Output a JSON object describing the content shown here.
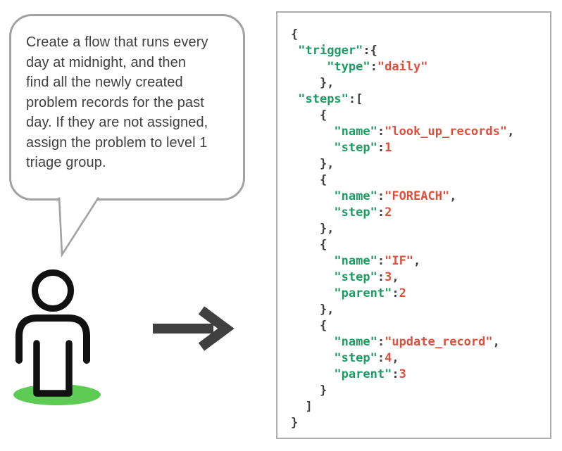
{
  "colors": {
    "key_green": "#1d9b63",
    "value_red": "#dd4f3a",
    "punctuation": "#3d4043",
    "bubble_border": "#a2a2a2",
    "code_border": "#aeaeae",
    "bubble_text": "#3f3f3f",
    "person_black": "#111111",
    "arrow_gray": "#3f3f3f",
    "base_green": "#5ecb55"
  },
  "bubble": {
    "lines": [
      "Create a flow that runs every",
      "day at midnight, and then",
      "find all the newly created",
      "problem records for the past",
      "day. If they are not assigned,",
      "assign the problem to level 1",
      "triage group."
    ]
  },
  "icons": {
    "person": "person-icon",
    "arrow": "arrow-right-icon"
  },
  "code": {
    "lines": [
      {
        "segments": [
          {
            "type": "punct",
            "text": "{"
          }
        ]
      },
      {
        "segments": [
          {
            "type": "punct",
            "text": " "
          },
          {
            "type": "key",
            "text": "\"trigger\""
          },
          {
            "type": "punct",
            "text": ":{"
          }
        ]
      },
      {
        "segments": [
          {
            "type": "punct",
            "text": "     "
          },
          {
            "type": "key",
            "text": "\"type\""
          },
          {
            "type": "punct",
            "text": ":"
          },
          {
            "type": "string",
            "text": "\"daily\""
          }
        ]
      },
      {
        "segments": [
          {
            "type": "punct",
            "text": "    },"
          }
        ]
      },
      {
        "segments": [
          {
            "type": "punct",
            "text": " "
          },
          {
            "type": "key",
            "text": "\"steps\""
          },
          {
            "type": "punct",
            "text": ":["
          }
        ]
      },
      {
        "segments": [
          {
            "type": "punct",
            "text": "    {"
          }
        ]
      },
      {
        "segments": [
          {
            "type": "punct",
            "text": "      "
          },
          {
            "type": "key",
            "text": "\"name\""
          },
          {
            "type": "punct",
            "text": ":"
          },
          {
            "type": "string",
            "text": "\"look_up_records\""
          },
          {
            "type": "punct",
            "text": ","
          }
        ]
      },
      {
        "segments": [
          {
            "type": "punct",
            "text": "      "
          },
          {
            "type": "key",
            "text": "\"step\""
          },
          {
            "type": "punct",
            "text": ":"
          },
          {
            "type": "number",
            "text": "1"
          }
        ]
      },
      {
        "segments": [
          {
            "type": "punct",
            "text": "    },"
          }
        ]
      },
      {
        "segments": [
          {
            "type": "punct",
            "text": "    {"
          }
        ]
      },
      {
        "segments": [
          {
            "type": "punct",
            "text": "      "
          },
          {
            "type": "key",
            "text": "\"name\""
          },
          {
            "type": "punct",
            "text": ":"
          },
          {
            "type": "string",
            "text": "\"FOREACH\""
          },
          {
            "type": "punct",
            "text": ","
          }
        ]
      },
      {
        "segments": [
          {
            "type": "punct",
            "text": "      "
          },
          {
            "type": "key",
            "text": "\"step\""
          },
          {
            "type": "punct",
            "text": ":"
          },
          {
            "type": "number",
            "text": "2"
          }
        ]
      },
      {
        "segments": [
          {
            "type": "punct",
            "text": "    },"
          }
        ]
      },
      {
        "segments": [
          {
            "type": "punct",
            "text": "    {"
          }
        ]
      },
      {
        "segments": [
          {
            "type": "punct",
            "text": "      "
          },
          {
            "type": "key",
            "text": "\"name\""
          },
          {
            "type": "punct",
            "text": ":"
          },
          {
            "type": "string",
            "text": "\"IF\""
          },
          {
            "type": "punct",
            "text": ","
          }
        ]
      },
      {
        "segments": [
          {
            "type": "punct",
            "text": "      "
          },
          {
            "type": "key",
            "text": "\"step\""
          },
          {
            "type": "punct",
            "text": ":"
          },
          {
            "type": "number",
            "text": "3"
          },
          {
            "type": "punct",
            "text": ","
          }
        ]
      },
      {
        "segments": [
          {
            "type": "punct",
            "text": "      "
          },
          {
            "type": "key",
            "text": "\"parent\""
          },
          {
            "type": "punct",
            "text": ":"
          },
          {
            "type": "number",
            "text": "2"
          }
        ]
      },
      {
        "segments": [
          {
            "type": "punct",
            "text": "    },"
          }
        ]
      },
      {
        "segments": [
          {
            "type": "punct",
            "text": "    {"
          }
        ]
      },
      {
        "segments": [
          {
            "type": "punct",
            "text": "      "
          },
          {
            "type": "key",
            "text": "\"name\""
          },
          {
            "type": "punct",
            "text": ":"
          },
          {
            "type": "string",
            "text": "\"update_record\""
          },
          {
            "type": "punct",
            "text": ","
          }
        ]
      },
      {
        "segments": [
          {
            "type": "punct",
            "text": "      "
          },
          {
            "type": "key",
            "text": "\"step\""
          },
          {
            "type": "punct",
            "text": ":"
          },
          {
            "type": "number",
            "text": "4"
          },
          {
            "type": "punct",
            "text": ","
          }
        ]
      },
      {
        "segments": [
          {
            "type": "punct",
            "text": "      "
          },
          {
            "type": "key",
            "text": "\"parent\""
          },
          {
            "type": "punct",
            "text": ":"
          },
          {
            "type": "number",
            "text": "3"
          }
        ]
      },
      {
        "segments": [
          {
            "type": "punct",
            "text": "    }"
          }
        ]
      },
      {
        "segments": [
          {
            "type": "punct",
            "text": "  ]"
          }
        ]
      },
      {
        "segments": [
          {
            "type": "punct",
            "text": "}"
          }
        ]
      }
    ]
  }
}
